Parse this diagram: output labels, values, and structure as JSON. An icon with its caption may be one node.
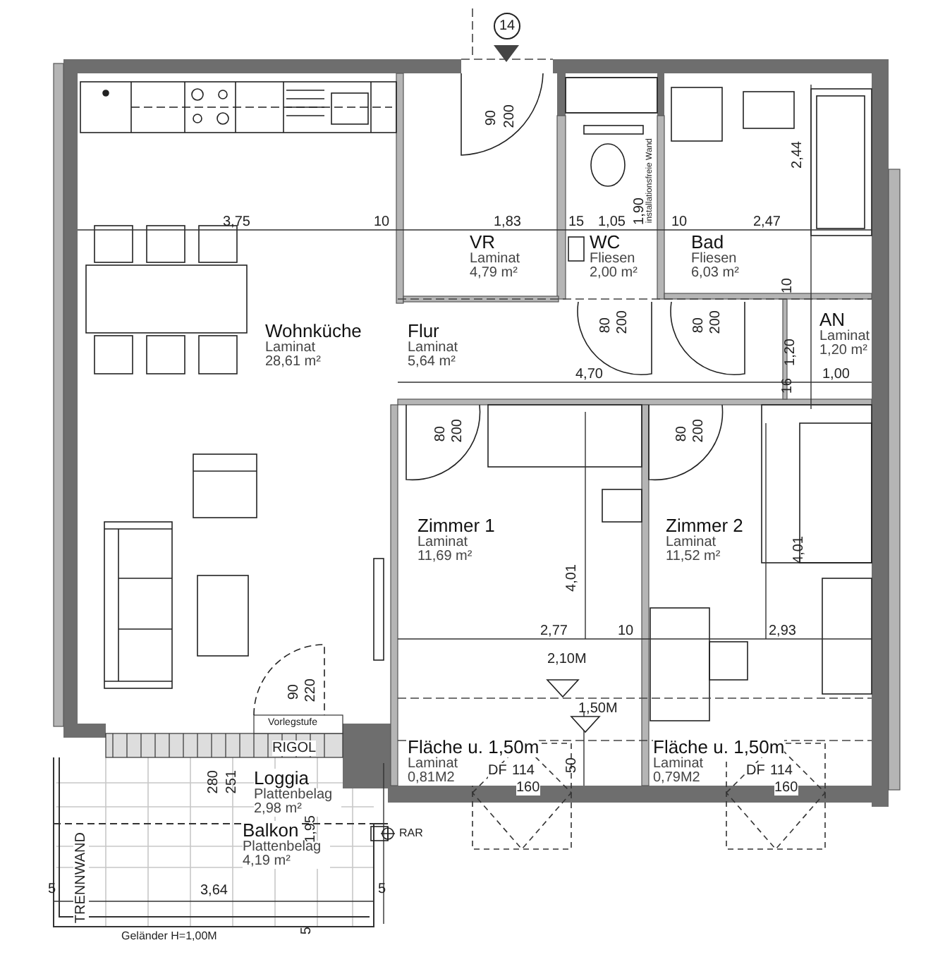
{
  "diagram": {
    "nodes": [
      {
        "text": [
          "Wohnküche",
          "Laminat 28,61 m²"
        ]
      },
      {
        "text": [
          "VR",
          "Laminat 4,79 m²"
        ]
      },
      {
        "text": [
          "WC",
          "Fliesen 2,00 m²"
        ]
      },
      {
        "text": [
          "Bad",
          "Fliesen 6,03 m²"
        ]
      },
      {
        "text": [
          "Flur",
          "Laminat 5,64 m²"
        ]
      },
      {
        "text": [
          "AN",
          "Laminat 1,20 m²"
        ]
      },
      {
        "text": [
          "Zimmer 1",
          "Laminat 11,69 m²"
        ]
      },
      {
        "text": [
          "Zimmer 2",
          "Laminat 11,52 m²"
        ]
      },
      {
        "text": [
          "Fläche u. 1,50m",
          "Laminat 0,81M2"
        ]
      },
      {
        "text": [
          "Fläche u. 1,50m",
          "Laminat 0,79M2"
        ]
      },
      {
        "text": [
          "Loggia",
          "Plattenbelag 2,98 m²"
        ]
      },
      {
        "text": [
          "Balkon",
          "Plattenbelag 4,19 m²"
        ]
      }
    ],
    "labels": [
      "14",
      "90",
      "200",
      "2,44",
      "1,90",
      "installationsfreie Wand",
      "3,75",
      "10",
      "1,83",
      "15",
      "1,05",
      "10",
      "2,47",
      "80",
      "200",
      "80",
      "200",
      "10",
      "1,20",
      "4,70",
      "1,00",
      "16",
      "80",
      "200",
      "80",
      "200",
      "4,01",
      "4,01",
      "2,77",
      "10",
      "2,93",
      "2,10M",
      "90",
      "220",
      "1,50M",
      "Vorlegstufe",
      "RIGOL",
      "50",
      "DF",
      "114",
      "160",
      "DF",
      "114",
      "160",
      "280",
      "251",
      "1,95",
      "RAR",
      "TRENNWAND",
      "5",
      "3,64",
      "5",
      "Geländer H=1,00M",
      "5"
    ]
  }
}
